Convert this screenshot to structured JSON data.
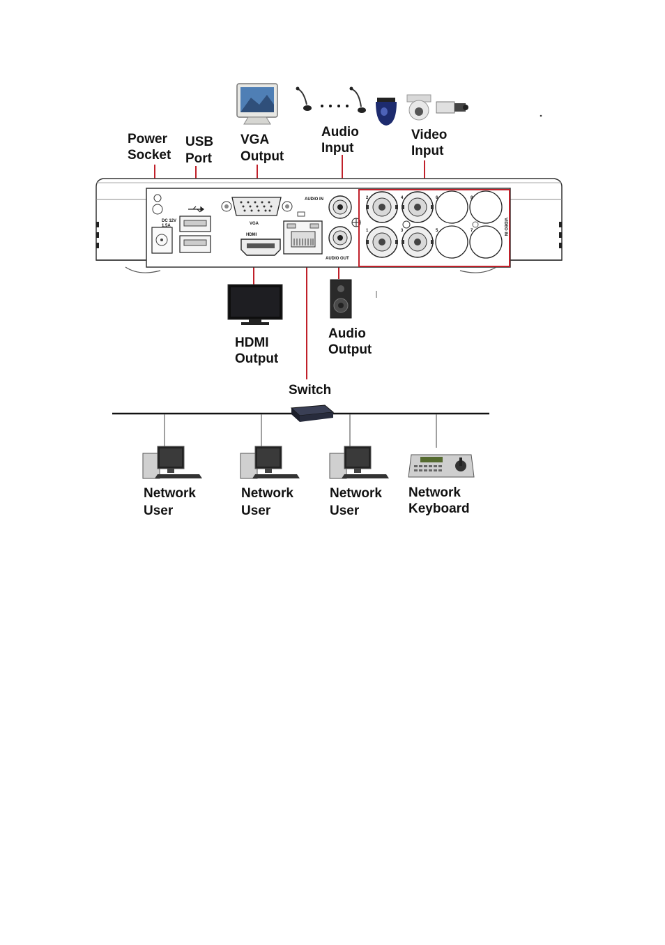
{
  "labels": {
    "power_socket": [
      "Power",
      "Socket"
    ],
    "usb_port": [
      "USB",
      "Port"
    ],
    "vga_output": [
      "VGA",
      "Output"
    ],
    "audio_input": [
      "Audio",
      "Input"
    ],
    "video_input": [
      "Video",
      "Input"
    ],
    "hdmi_output": [
      "HDMI",
      "Output"
    ],
    "audio_output": [
      "Audio",
      "Output"
    ],
    "switch": "Switch",
    "network_user_1": [
      "Network",
      "User"
    ],
    "network_user_2": [
      "Network",
      "User"
    ],
    "network_user_3": [
      "Network",
      "User"
    ],
    "network_keyboard": [
      "Network",
      "Keyboard"
    ]
  },
  "panel_text": {
    "power_rating": "DC 12V",
    "power_current": "1.5A",
    "vga": "VGA",
    "hdmi": "HDMI",
    "audio_in": "AUDIO IN",
    "audio_out": "AUDIO OUT",
    "video_in": "VIDEO IN",
    "channels": [
      "1",
      "2",
      "3",
      "4",
      "5",
      "6",
      "7",
      "8"
    ]
  },
  "colors": {
    "callout_line": "#c0202a",
    "device_outline": "#333333",
    "network_line": "#111111"
  },
  "icons": [
    "monitor-icon",
    "microphone-icon",
    "dome-camera-icon",
    "speed-dome-icon",
    "box-camera-icon",
    "tv-icon",
    "speaker-icon",
    "switch-icon",
    "computer-icon",
    "keyboard-controller-icon"
  ]
}
